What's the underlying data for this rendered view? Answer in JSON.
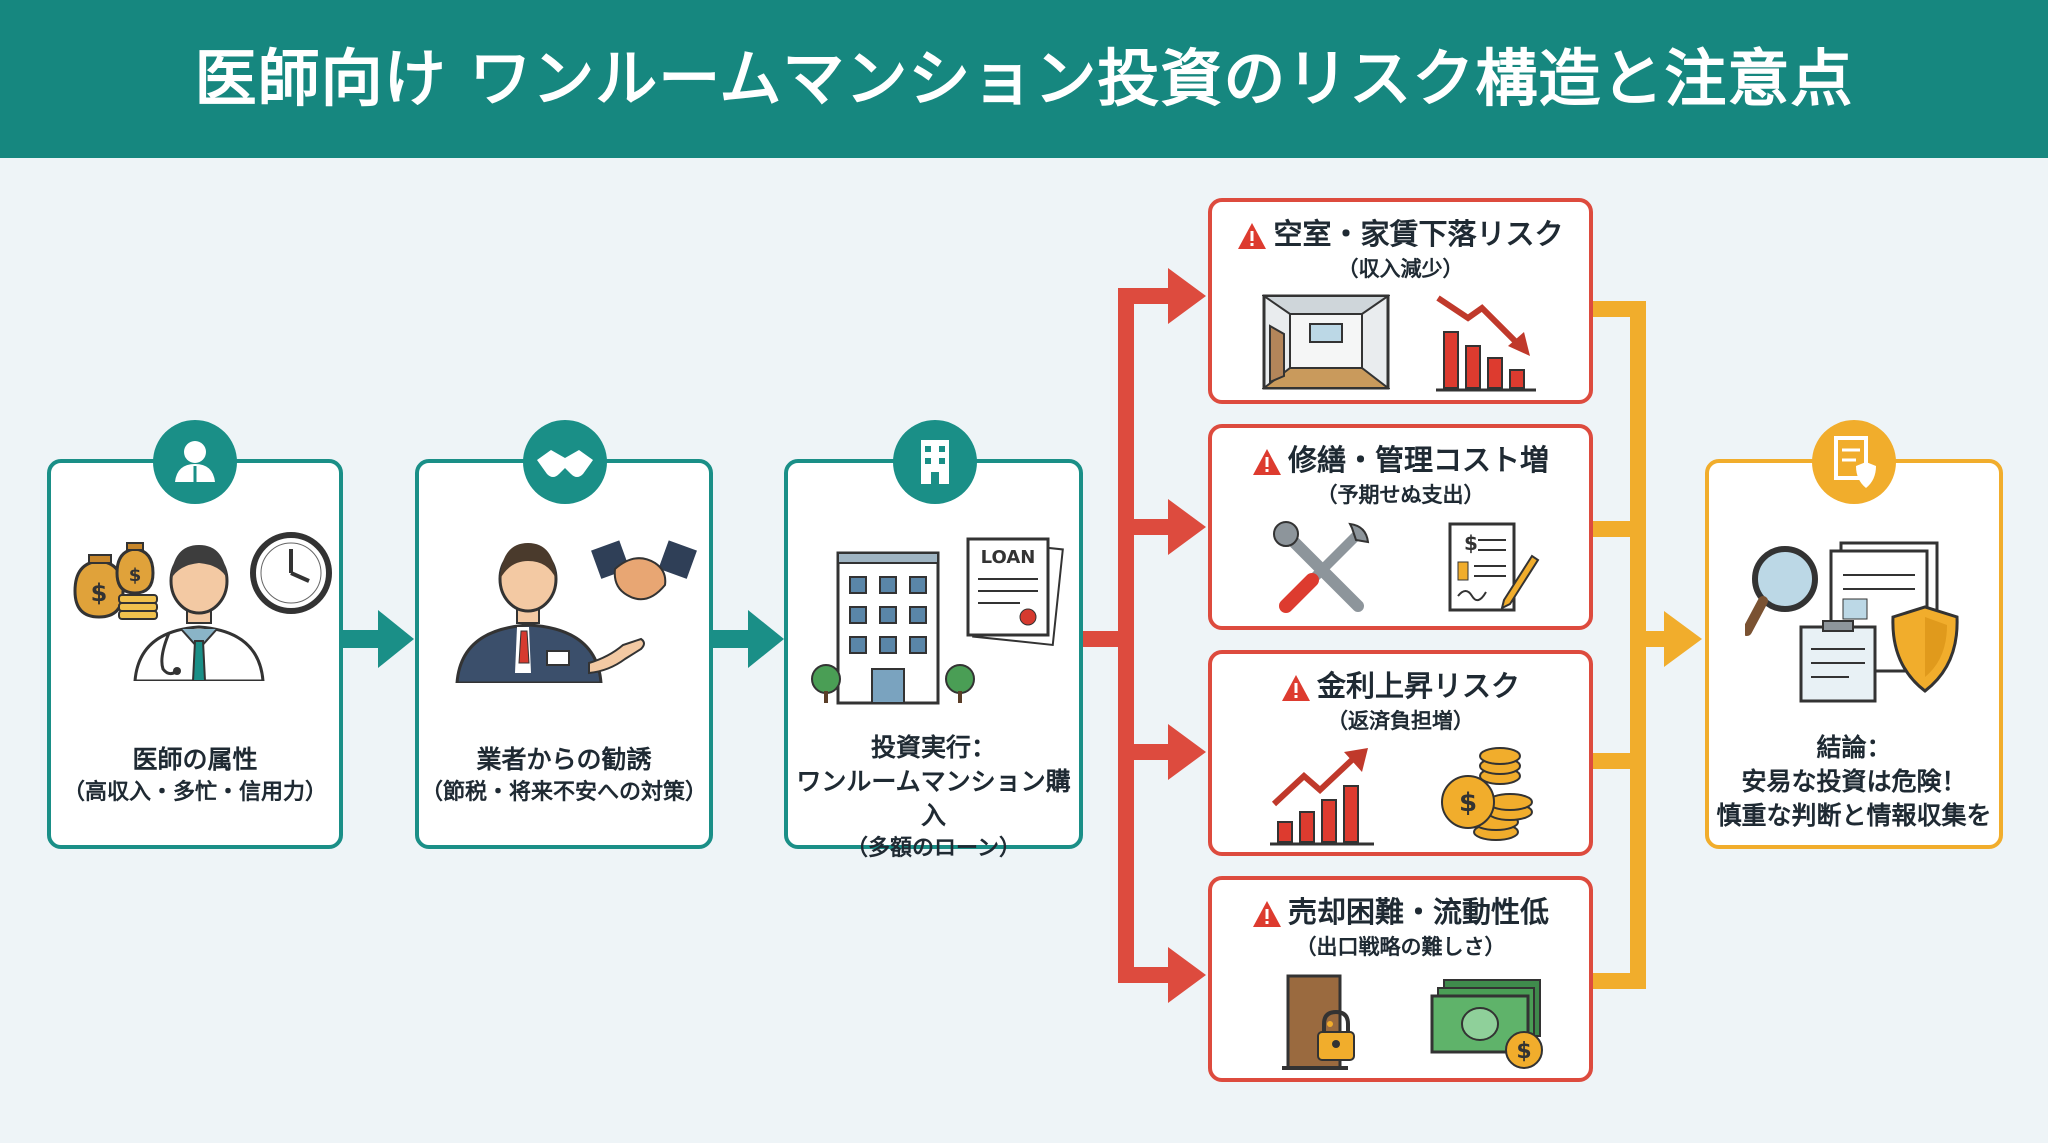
{
  "title": "医師向け ワンルームマンション投資のリスク構造と注意点",
  "colors": {
    "header": "#16877f",
    "teal": "#1a8f87",
    "risk": "#dd4b3e",
    "conclusion": "#f1ad2c",
    "background": "#eef4f7"
  },
  "flow": [
    {
      "icon": "doctor-icon",
      "line1": "医師の属性",
      "line2": "（高収入・多忙・信用力）"
    },
    {
      "icon": "handshake-icon",
      "line1": "業者からの勧誘",
      "line2": "（節税・将来不安への対策）"
    },
    {
      "icon": "building-icon",
      "line1": "投資実行：",
      "line2": "ワンルームマンション購入",
      "line3": "（多額のローン）",
      "loan_label": "LOAN"
    }
  ],
  "risks": [
    {
      "title": "空室・家賃下落リスク",
      "sub": "（収入減少）",
      "icons": [
        "empty-room-icon",
        "declining-chart-icon"
      ]
    },
    {
      "title": "修繕・管理コスト増",
      "sub": "（予期せぬ支出）",
      "icons": [
        "tools-icon",
        "invoice-icon"
      ]
    },
    {
      "title": "金利上昇リスク",
      "sub": "（返済負担増）",
      "icons": [
        "rising-chart-icon",
        "coins-icon"
      ]
    },
    {
      "title": "売却困難・流動性低",
      "sub": "（出口戦略の難しさ）",
      "icons": [
        "locked-door-icon",
        "cash-icon"
      ]
    }
  ],
  "conclusion": {
    "icon": "document-shield-icon",
    "line1": "結論：",
    "line2": "安易な投資は危険！",
    "line3": "慎重な判断と情報収集を"
  }
}
